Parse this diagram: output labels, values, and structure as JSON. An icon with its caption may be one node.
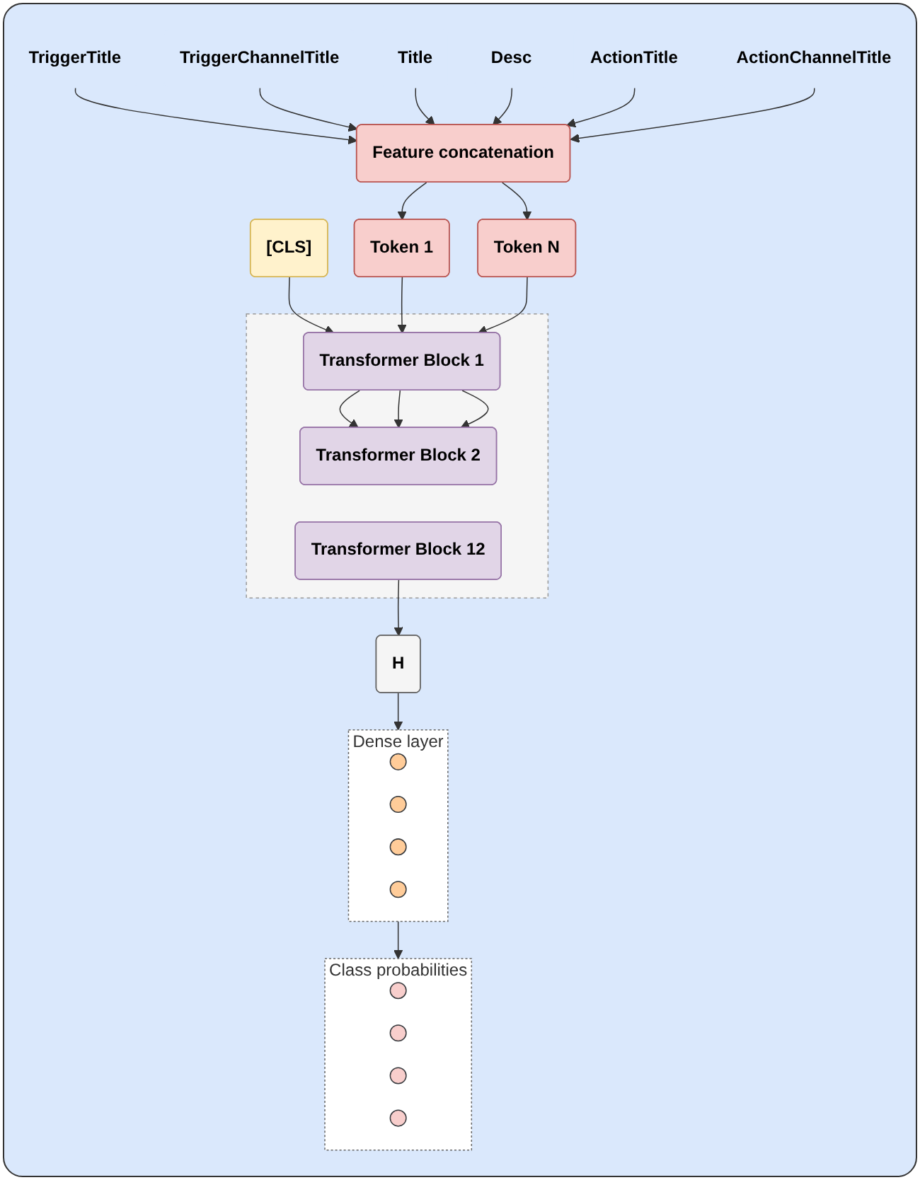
{
  "diagram": {
    "nodes": [
      {
        "text": [
          "TriggerTitle"
        ]
      },
      {
        "text": [
          "TriggerChannelTitle"
        ]
      },
      {
        "text": [
          "Title"
        ]
      },
      {
        "text": [
          "Desc"
        ]
      },
      {
        "text": [
          "ActionTitle"
        ]
      },
      {
        "text": [
          "ActionChannelTitle"
        ]
      },
      {
        "text": [
          "Feature concatenation"
        ]
      },
      {
        "text": [
          "[CLS]"
        ]
      },
      {
        "text": [
          "Token 1"
        ]
      },
      {
        "text": [
          "Token N"
        ]
      },
      {
        "text": [],
        "shape": "box"
      },
      {
        "text": [
          "Transformer Block 1"
        ],
        "in": 10
      },
      {
        "text": [
          "Transformer Block 2"
        ],
        "in": 10
      },
      {
        "text": [
          "Transformer Block 12"
        ],
        "in": 10
      },
      {
        "text": [
          "H"
        ]
      },
      {
        "text": [
          "Dense layer"
        ]
      },
      {
        "text": [],
        "shape": "circle",
        "in": 15
      },
      {
        "text": [],
        "shape": "circle",
        "in": 15
      },
      {
        "text": [],
        "shape": "circle",
        "in": 15
      },
      {
        "text": [],
        "shape": "circle",
        "in": 15
      },
      {
        "text": [
          "Class probabilities"
        ]
      },
      {
        "text": [],
        "shape": "circle",
        "in": 20
      },
      {
        "text": [],
        "shape": "circle",
        "in": 20
      },
      {
        "text": [],
        "shape": "circle",
        "in": 20
      },
      {
        "text": [],
        "shape": "circle",
        "in": 20
      }
    ],
    "edges": [
      {
        "from": 0,
        "to": 6,
        "arrow": "to"
      },
      {
        "from": 1,
        "to": 6,
        "arrow": "to"
      },
      {
        "from": 2,
        "to": 6,
        "arrow": "to"
      },
      {
        "from": 3,
        "to": 6,
        "arrow": "to"
      },
      {
        "from": 4,
        "to": 6,
        "arrow": "to"
      },
      {
        "from": 5,
        "to": 6,
        "arrow": "to"
      },
      {
        "from": 6,
        "to": 8,
        "arrow": "to"
      },
      {
        "from": 6,
        "to": 9,
        "arrow": "to"
      },
      {
        "from": 7,
        "to": 11,
        "arrow": "to"
      },
      {
        "from": 8,
        "to": 11,
        "arrow": "to"
      },
      {
        "from": 9,
        "to": 11,
        "arrow": "to"
      },
      {
        "from": 11,
        "to": 12,
        "arrow": "to"
      },
      {
        "from": 11,
        "to": 12,
        "arrow": "to"
      },
      {
        "from": 11,
        "to": 12,
        "arrow": "to"
      },
      {
        "from": 13,
        "to": 14,
        "arrow": "to"
      },
      {
        "from": 14,
        "to": 15,
        "arrow": "to"
      },
      {
        "from": 15,
        "to": 20,
        "arrow": "to"
      }
    ]
  }
}
